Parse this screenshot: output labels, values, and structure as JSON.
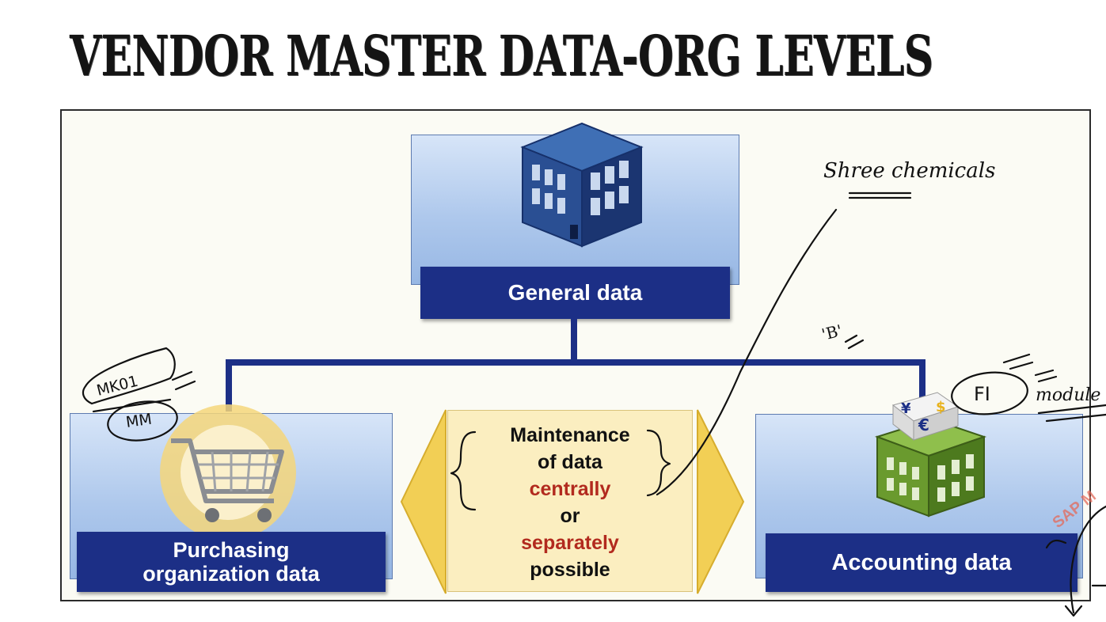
{
  "title": "VENDOR MASTER DATA-ORG LEVELS",
  "diagram": {
    "general_label": "General data",
    "purchasing_label_line1": "Purchasing",
    "purchasing_label_line2": "organization data",
    "accounting_label": "Accounting data",
    "center": {
      "line1": "Maintenance",
      "line2": "of data",
      "line3": "centrally",
      "line4": "or",
      "line5": "separately",
      "line6": "possible"
    },
    "icons": [
      "office-building-icon",
      "shopping-cart-icon",
      "bank-building-icon",
      "currency-symbols-icon"
    ]
  },
  "annotations": {
    "note_company": "Shree chemicals",
    "note_tcode": "MK01",
    "note_mm": "MM",
    "note_b": "'B'",
    "note_fi": "FI",
    "note_module": "module"
  },
  "watermark": "SAP M",
  "colors": {
    "label_bar": "#1c2f86",
    "panel_blue": "#aec8ec",
    "center_fill": "#fbeec0",
    "highlight_red": "#b22a1e",
    "arrow_yellow": "#f2cf55",
    "building_blue": "#1f3e7a",
    "building_green": "#5c8a2a"
  }
}
